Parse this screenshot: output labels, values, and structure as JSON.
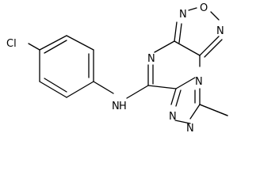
{
  "molecule": {
    "atoms": {
      "chlorine": "Cl",
      "amine_nh": "N",
      "amine_h": "H",
      "pyrazine_n": "N",
      "oxadiazole_n_upper": "N",
      "oxadiazole_o": "O",
      "oxadiazole_n_right": "N",
      "bridgehead_n": "N",
      "triazole_n_lower_left": "N",
      "triazole_n_lower_right": "N"
    }
  }
}
